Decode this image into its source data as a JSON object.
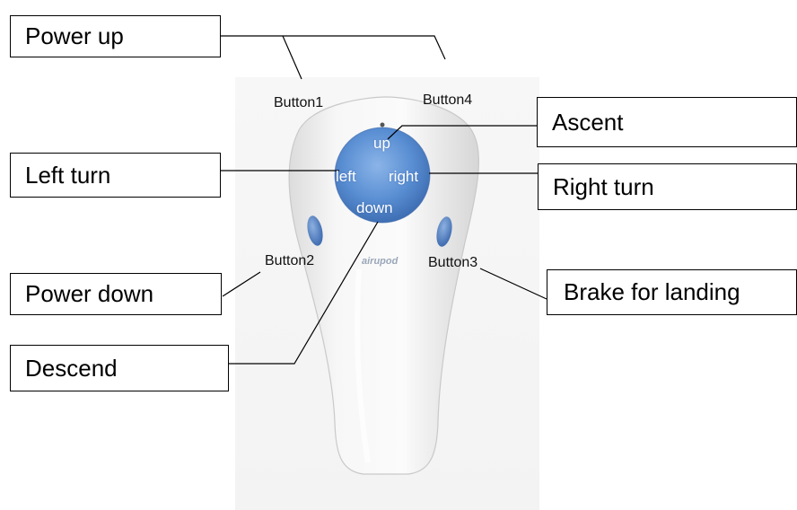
{
  "callouts": {
    "power_up": "Power up",
    "left_turn": "Left turn",
    "power_down": "Power down",
    "descend": "Descend",
    "ascent": "Ascent",
    "right_turn": "Right turn",
    "brake": "Brake for landing"
  },
  "remote_labels": {
    "button1": "Button1",
    "button2": "Button2",
    "button3": "Button3",
    "button4": "Button4"
  },
  "dpad": {
    "up": "up",
    "down": "down",
    "left": "left",
    "right": "right"
  },
  "brand": "airupod",
  "colors": {
    "dpad_blue": "#5a8fd3",
    "side_button_blue": "#4a7cc4",
    "remote_body": "#f1f1f1"
  }
}
